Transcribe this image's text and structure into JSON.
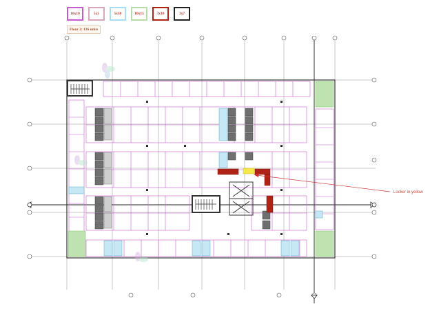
{
  "legend": {
    "items": [
      {
        "label": "10x10",
        "color": "#c85ad0"
      },
      {
        "label": "5x5",
        "color": "#d9a7bd"
      },
      {
        "label": "5x10",
        "color": "#a8dff0"
      },
      {
        "label": "10x15",
        "color": "#b7dcab"
      },
      {
        "label": "3x10",
        "color": "#b02418"
      },
      {
        "label": "3x7",
        "color": "#222222"
      }
    ]
  },
  "floor_label": "Floor 2: 136 units",
  "annotation": "Locker in yellow",
  "colors": {
    "unit_10x10": "#c85ad0",
    "unit_5x10": "#c6e8f4",
    "unit_10x15": "#bfe3b0",
    "unit_3x10": "#b02418",
    "unit_locker": "#f5e84a",
    "unit_dark": "#6f6f6f",
    "wall": "#333333",
    "grid": "#555555",
    "arrow": "#cc3333"
  }
}
